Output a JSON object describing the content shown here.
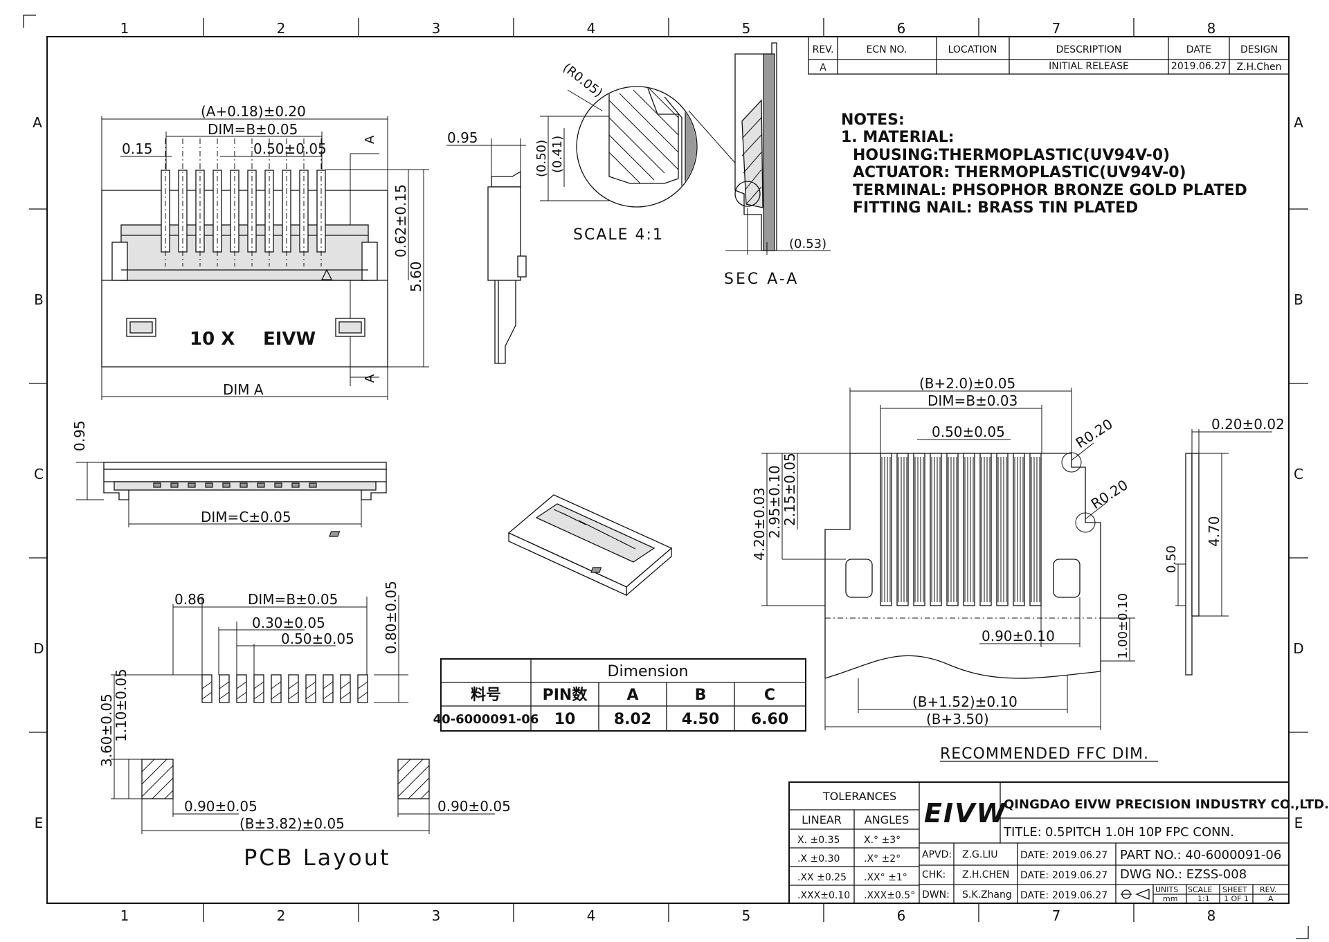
{
  "border": {
    "columns": [
      "1",
      "2",
      "3",
      "4",
      "5",
      "6",
      "7",
      "8"
    ],
    "rows": [
      "A",
      "B",
      "C",
      "D",
      "E"
    ]
  },
  "revision_table": {
    "headers": [
      "REV.",
      "ECN NO.",
      "LOCATION",
      "DESCRIPTION",
      "DATE",
      "DESIGN"
    ],
    "row": [
      "A",
      "",
      "",
      "INITIAL RELEASE",
      "2019.06.27",
      "Z.H.Chen"
    ]
  },
  "notes": {
    "heading": "NOTES:",
    "item": "1. MATERIAL:",
    "lines": [
      "HOUSING:THERMOPLASTIC(UV94V-0)",
      "ACTUATOR: THERMOPLASTIC(UV94V-0)",
      "TERMINAL: PHSOPHOR BRONZE GOLD PLATED",
      "FITTING NAIL: BRASS TIN PLATED"
    ]
  },
  "top_view": {
    "dim_overall": "(A+0.18)±0.20",
    "dim_b": "DIM=B±0.05",
    "dim_015": "0.15",
    "dim_pitch": "0.50±0.05",
    "dim_062": "0.62±0.15",
    "dim_560": "5.60",
    "dim_a": "DIM A",
    "marking_pins": "10 X",
    "marking_brand": "EIVW",
    "section_mark": "A"
  },
  "side_view": {
    "dim_095": "0.95"
  },
  "detail": {
    "radius": "(R0.05)",
    "dim_050": "(0.50)",
    "dim_041": "(0.41)",
    "scale": "SCALE 4:1"
  },
  "section": {
    "dim_053": "(0.53)",
    "label": "SEC A-A"
  },
  "front_view": {
    "dim_095": "0.95",
    "dim_c": "DIM=C±0.05"
  },
  "pcb_layout": {
    "dim_086": "0.86",
    "dim_b": "DIM=B±0.05",
    "dim_030": "0.30±0.05",
    "dim_050": "0.50±0.05",
    "dim_080": "0.80±0.05",
    "dim_360": "3.60±0.05",
    "dim_110": "1.10±0.05",
    "dim_090_left": "0.90±0.05",
    "dim_090_right": "0.90±0.05",
    "dim_b382": "(B±3.82)±0.05",
    "label": "PCB Layout"
  },
  "dimension_table": {
    "title": "Dimension",
    "headers": [
      "料号",
      "PIN数",
      "A",
      "B",
      "C"
    ],
    "row": [
      "40-6000091-06",
      "10",
      "8.02",
      "4.50",
      "6.60"
    ]
  },
  "ffc": {
    "dim_b20": "(B+2.0)±0.05",
    "dim_b": "DIM=B±0.03",
    "dim_pitch": "0.50±0.05",
    "r1": "R0.20",
    "r2": "R0.20",
    "dim_420": "4.20±0.03",
    "dim_295": "2.95±0.10",
    "dim_215": "2.15±0.05",
    "dim_090": "0.90±0.10",
    "dim_100": "1.00±0.10",
    "dim_b152": "(B+1.52)±0.10",
    "dim_b350": "(B+3.50)",
    "label": "RECOMMENDED FFC DIM."
  },
  "ffc_side": {
    "dim_020": "0.20±0.02",
    "dim_470": "4.70",
    "dim_050": "0.50"
  },
  "title_block": {
    "tolerances": "TOLERANCES",
    "linear": "LINEAR",
    "angles": "ANGLES",
    "linear_rows": [
      "X.  ±0.35",
      ".X   ±0.30",
      ".XX ±0.25",
      ".XXX±0.10"
    ],
    "angle_rows": [
      "X.°  ±3°",
      ".X°  ±2°",
      ".XX° ±1°",
      ".XXX±0.5°"
    ],
    "logo": "EIVW",
    "company": "QINGDAO EIVW PRECISION INDUSTRY CO.,LTD.",
    "title_label": "TITLE:",
    "title": "0.5PITCH 1.0H 10P FPC CONN.",
    "apvd_label": "APVD:",
    "apvd": "Z.G.LIU",
    "chk_label": "CHK:",
    "chk": "Z.H.CHEN",
    "dwn_label": "DWN:",
    "dwn": "S.K.Zhang",
    "date_label": "DATE:",
    "date": "2019.06.27",
    "part_no": "PART NO.: 40-6000091-06",
    "dwg_no": "DWG NO.: EZSS-008",
    "units_label": "UNITS",
    "units": "mm",
    "scale_label": "SCALE",
    "scale": "1:1",
    "sheet_label": "SHEET",
    "sheet": "1 OF 1",
    "rev_label": "REV.",
    "rev": "A"
  }
}
